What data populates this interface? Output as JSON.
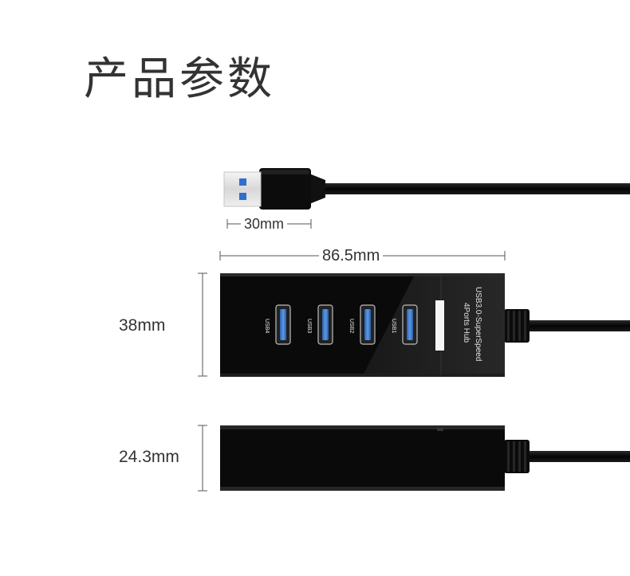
{
  "header": {
    "title": "产品参数"
  },
  "dimensions": {
    "plug_length": "30mm",
    "hub_length": "86.5mm",
    "hub_width": "38mm",
    "hub_height": "24.3mm"
  },
  "hub": {
    "ports": [
      {
        "label": "USB4"
      },
      {
        "label": "USB3"
      },
      {
        "label": "USB2"
      },
      {
        "label": "USB1"
      }
    ],
    "brand_line1": "USB3.0-SuperSpeed",
    "brand_line2": "4Ports Hub"
  },
  "colors": {
    "body": "#0d0d0d",
    "port_blue": "#3f7fd0",
    "text": "#333333"
  }
}
